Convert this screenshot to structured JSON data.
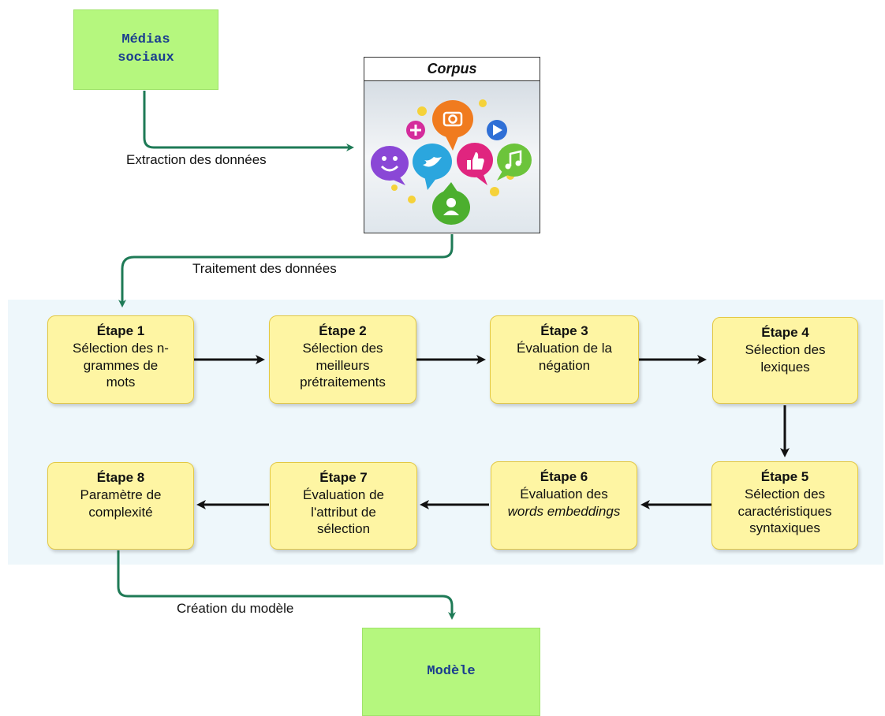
{
  "sources": {
    "social_media": "Médias\nsociaux",
    "corpus_title": "Corpus",
    "model": "Modèle"
  },
  "edges": {
    "extraction": "Extraction  des données",
    "processing": "Traitement des données",
    "model_creation": "Création du modèle"
  },
  "steps": [
    {
      "title": "Étape 1",
      "desc": "Sélection des n-grammes de mots"
    },
    {
      "title": "Étape 2",
      "desc": "Sélection des meilleurs prétraitements"
    },
    {
      "title": "Étape 3",
      "desc": "Évaluation de la négation"
    },
    {
      "title": "Étape 4",
      "desc": "Sélection des lexiques"
    },
    {
      "title": "Étape 5",
      "desc": "Sélection des caractéristiques syntaxiques"
    },
    {
      "title": "Étape 6",
      "desc": "Évaluation des",
      "desc_italic": "words embeddings"
    },
    {
      "title": "Étape 7",
      "desc": "Évaluation de l'attribut de sélection"
    },
    {
      "title": "Étape 8",
      "desc": "Paramètre de complexité"
    }
  ],
  "colors": {
    "source_box": "#b5f77e",
    "step_box": "#fef5a3",
    "panel": "#eef7fb",
    "green_arrow": "#1e7a56",
    "black_arrow": "#111111",
    "mono_text": "#1a3d8f"
  },
  "icons": [
    "smiley-icon",
    "twitter-bird-icon",
    "camera-icon",
    "like-icon",
    "music-icon",
    "play-icon",
    "user-icon",
    "plus-icon"
  ]
}
